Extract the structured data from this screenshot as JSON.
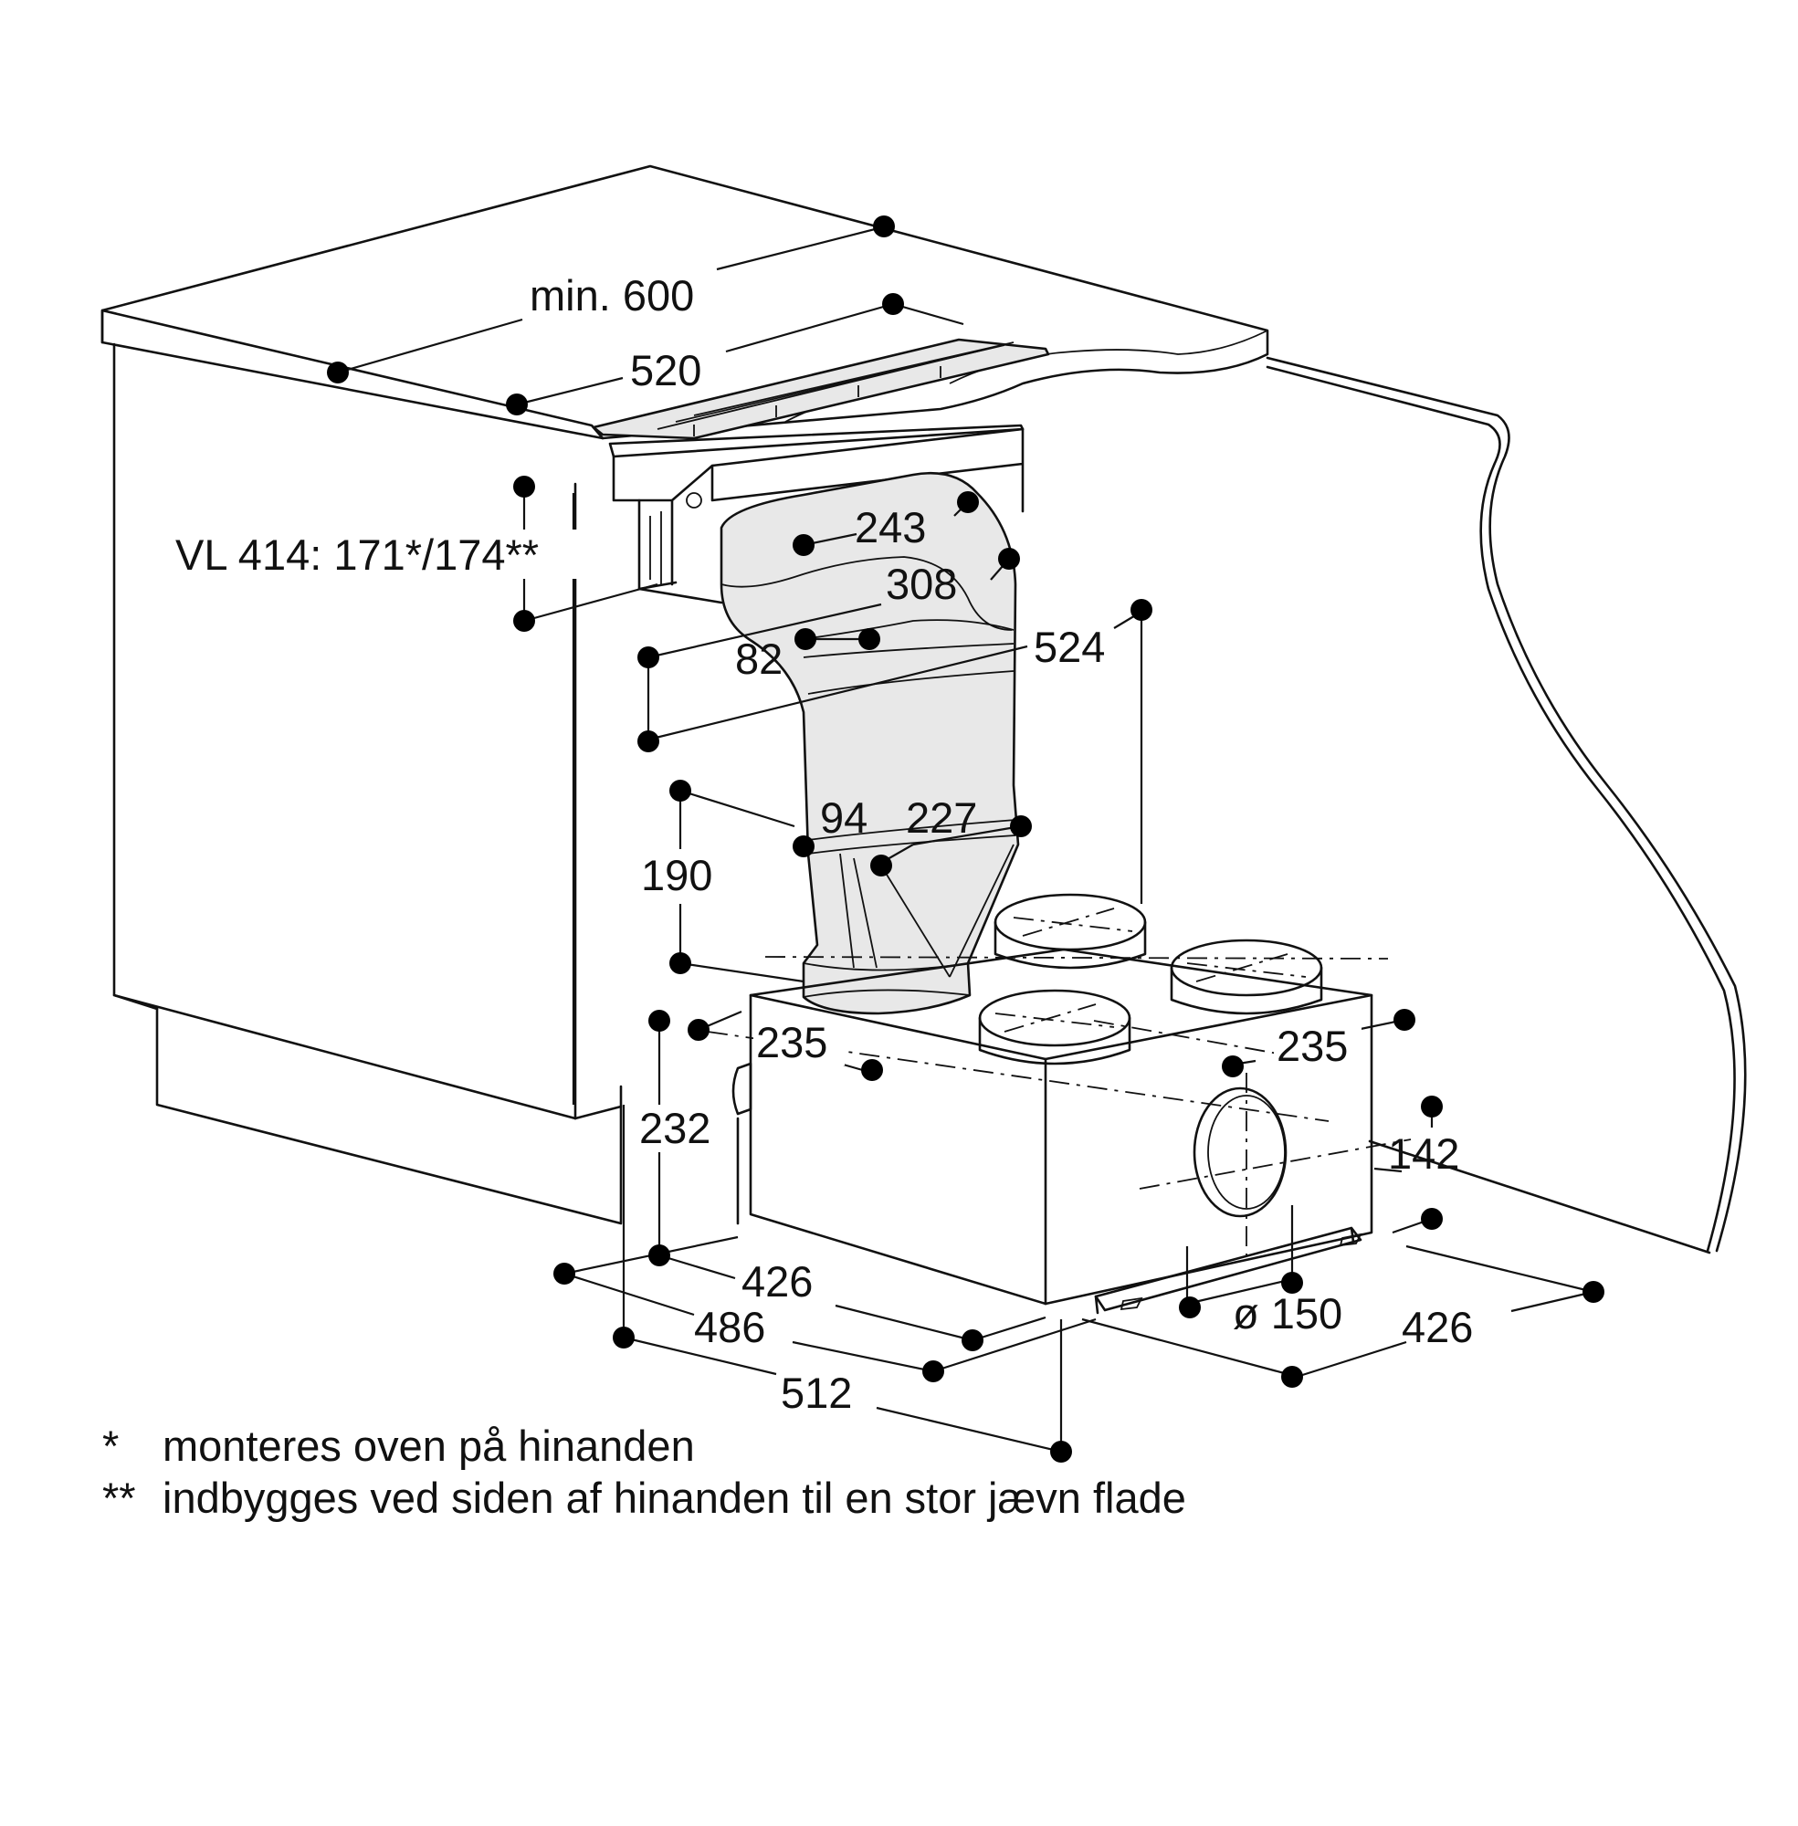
{
  "dimensions": {
    "min_600": "min. 600",
    "d520": "520",
    "vl414": "VL 414: 171*/174**",
    "d243": "243",
    "d308": "308",
    "d82": "82",
    "d524": "524",
    "d94": "94",
    "d227": "227",
    "d190": "190",
    "d235_left": "235",
    "d235_right": "235",
    "d232": "232",
    "d142": "142",
    "d426_left": "426",
    "d486": "486",
    "d512": "512",
    "dia150": "ø 150",
    "d426_right": "426"
  },
  "footnotes": [
    {
      "mark": "*",
      "text": "monteres oven på hinanden"
    },
    {
      "mark": "**",
      "text": "indbygges ved siden af hinanden til en stor jævn flade"
    }
  ]
}
